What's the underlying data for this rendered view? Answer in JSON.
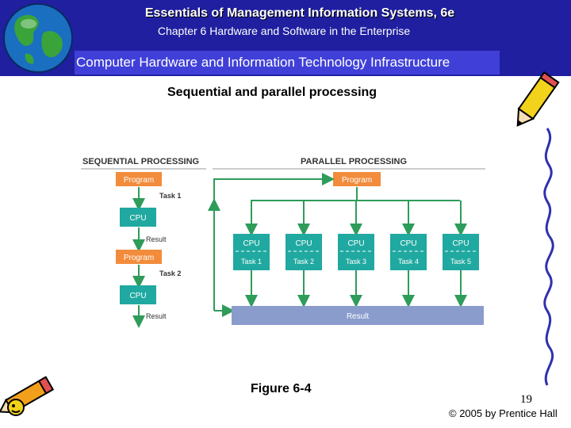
{
  "header": {
    "title": "Essentials of Management Information Systems, 6e",
    "subtitle": "Chapter 6 Hardware and Software in the Enterprise",
    "section": "Computer Hardware and Information Technology Infrastructure"
  },
  "slide": {
    "heading": "Sequential and parallel processing",
    "figure_caption": "Figure 6-4",
    "page_number": "19",
    "copyright": "© 2005 by Prentice Hall"
  },
  "diagram": {
    "sequential_title": "SEQUENTIAL PROCESSING",
    "parallel_title": "PARALLEL PROCESSING",
    "program_label": "Program",
    "cpu_label": "CPU",
    "result_label": "Result",
    "task1_label": "Task 1",
    "task2_label": "Task 2",
    "parallel_tasks": [
      "Task 1",
      "Task 2",
      "Task 3",
      "Task 4",
      "Task 5"
    ],
    "colors": {
      "orange": "#f28c3c",
      "teal": "#20a9a0",
      "green": "#2e9c5a",
      "result_bar": "#8a9ccc"
    }
  }
}
